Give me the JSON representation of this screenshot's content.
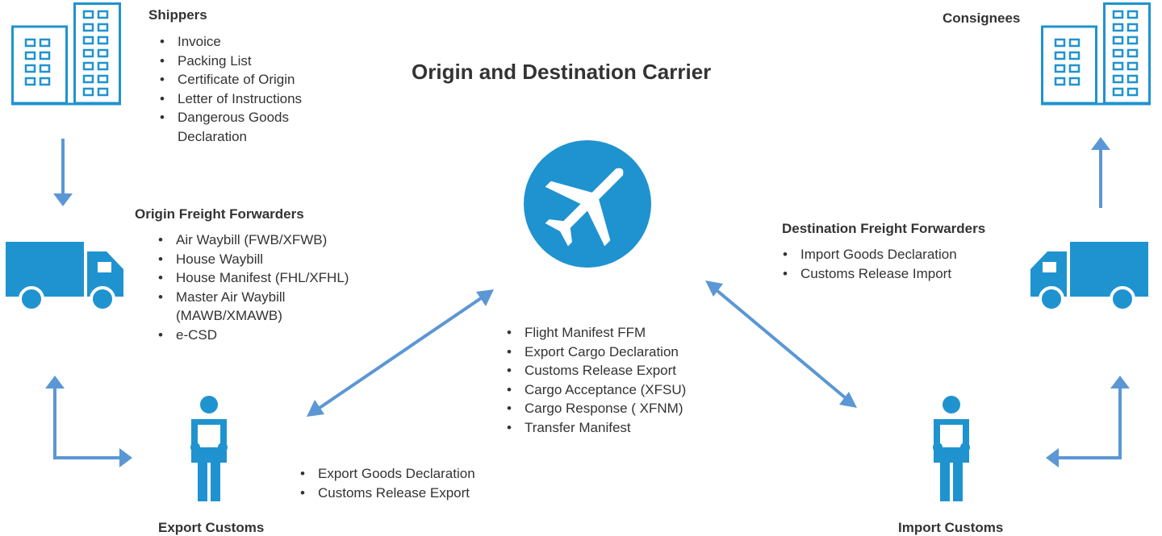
{
  "title": "Origin and Destination Carrier",
  "colors": {
    "primary": "#1f93cf",
    "arrow": "#5b97d4"
  },
  "shippers": {
    "heading": "Shippers",
    "items": [
      "Invoice",
      "Packing List",
      "Certificate of Origin",
      "Letter of Instructions",
      "Dangerous Goods Declaration"
    ]
  },
  "consignees": {
    "heading": "Consignees"
  },
  "origin_forwarders": {
    "heading": "Origin Freight Forwarders",
    "items": [
      "Air Waybill (FWB/XFWB)",
      "House Waybill",
      "House Manifest (FHL/XFHL)",
      "Master Air Waybill (MAWB/XMAWB)",
      "e-CSD"
    ]
  },
  "destination_forwarders": {
    "heading": "Destination Freight Forwarders",
    "items": [
      "Import Goods Declaration",
      "Customs Release Import"
    ]
  },
  "carrier": {
    "items": [
      "Flight Manifest FFM",
      "Export Cargo Declaration",
      "Customs Release Export",
      "Cargo Acceptance (XFSU)",
      "Cargo Response ( XFNM)",
      "Transfer Manifest"
    ]
  },
  "export_customs": {
    "heading": "Export Customs",
    "items": [
      "Export Goods Declaration",
      "Customs Release Export"
    ]
  },
  "import_customs": {
    "heading": "Import Customs"
  },
  "icons": {
    "shipper": "building-icon",
    "consignee": "building-icon",
    "origin_forwarder": "truck-icon",
    "destination_forwarder": "truck-icon",
    "carrier": "airplane-icon",
    "export_customs": "officer-icon",
    "import_customs": "officer-icon"
  }
}
